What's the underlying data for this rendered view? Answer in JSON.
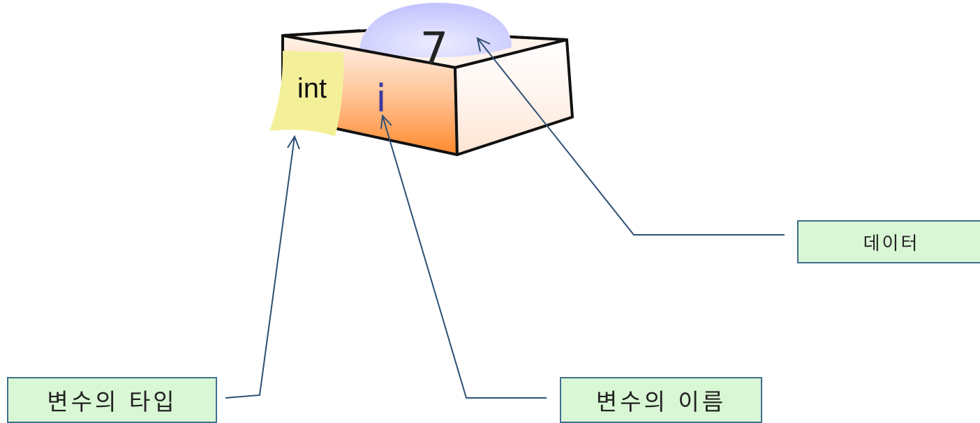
{
  "box": {
    "value": "7",
    "type_tag": "int",
    "name": "i"
  },
  "labels": {
    "variable_type": "변수의 타입",
    "variable_name": "변수의 이름",
    "data": "데이터"
  },
  "colors": {
    "box_top_fill": "#fff0e6",
    "box_front_gradient_top": "#fff4ec",
    "box_front_gradient_bottom": "#ff8a2e",
    "value_ellipse": "#c8c8ff",
    "tag_fill": "#f4f09a",
    "label_fill": "#d9f7d4",
    "leader_line": "#2d4f73",
    "name_color": "#3a3aa0"
  }
}
